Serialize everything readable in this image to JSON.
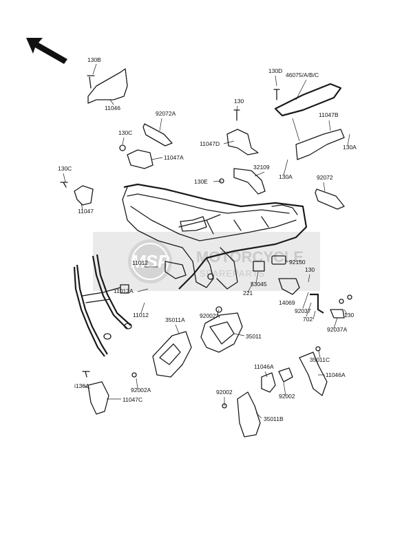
{
  "watermark": {
    "logo_text": "MSP",
    "title": "MOTORCYCLE",
    "subtitle": "SPAREPARTS"
  },
  "callouts": [
    "130B",
    "11046",
    "92072A",
    "130C",
    "11047A",
    "130",
    "11047D",
    "130D",
    "46075/A/B/C",
    "11047B",
    "130A",
    "130A",
    "32109",
    "130E",
    "130C",
    "11047",
    "92072",
    "11012",
    "11012A",
    "11012",
    "92150",
    "130",
    "53045",
    "221",
    "14069",
    "92037",
    "702",
    "130",
    "92037A",
    "92002A",
    "35011A",
    "35011",
    "92002A",
    "i130A",
    "11047C",
    "11046A",
    "92002",
    "35011C",
    "11046A",
    "92002",
    "35011B"
  ]
}
